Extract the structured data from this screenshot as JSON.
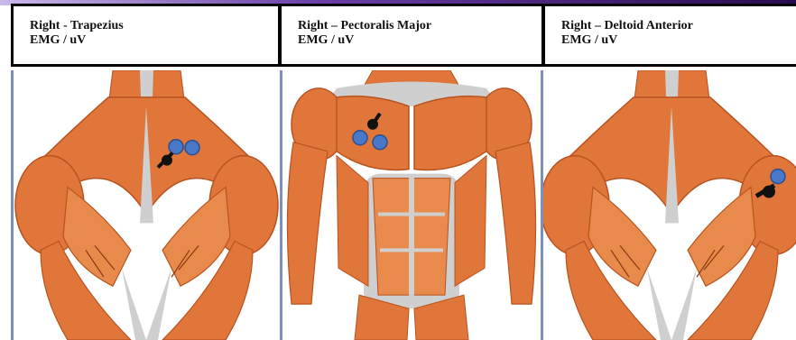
{
  "panels": [
    {
      "title": "Right - Trapezius",
      "unit": "EMG / uV",
      "view": "back",
      "electrode_icon": "electrode-pair-icon"
    },
    {
      "title": "Right – Pectoralis Major",
      "unit": "EMG / uV",
      "view": "front",
      "electrode_icon": "electrode-pair-icon"
    },
    {
      "title": "Right – Deltoid Anterior",
      "unit": "EMG / uV",
      "view": "back",
      "electrode_icon": "electrode-pair-icon"
    }
  ],
  "colors": {
    "muscle": "#e0763a",
    "muscle_dark": "#b8521e",
    "muscle_light": "#f2a56e",
    "tendon": "#cfcfcf",
    "electrode": "#4a78c8",
    "border": "#000000",
    "figure_border": "#7d8fb8"
  }
}
